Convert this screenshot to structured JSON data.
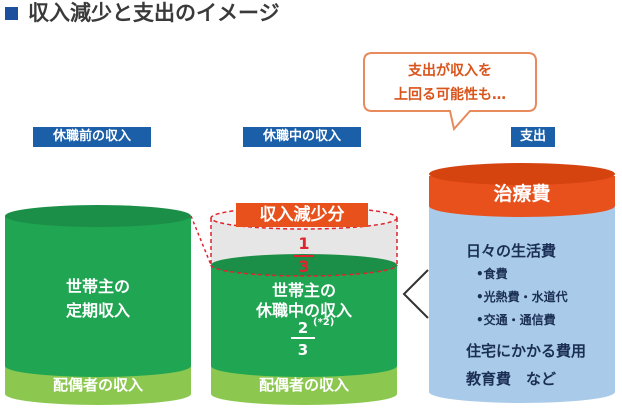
{
  "title": "収入減少と支出のイメージ",
  "labels": {
    "before": "休職前の収入",
    "during": "休職中の収入",
    "expense": "支出"
  },
  "bubble": {
    "line1": "支出が収入を",
    "line2": "上回る可能性も…"
  },
  "left_cylinder": {
    "main_line1": "世帯主の",
    "main_line2": "定期収入",
    "spouse": "配偶者の収入"
  },
  "middle_cylinder": {
    "decrease_label": "収入減少分",
    "decrease_num": "1",
    "decrease_den": "3",
    "main_line1": "世帯主の",
    "main_line2": "休職中の収入",
    "frac_num": "2",
    "frac_note": "(*2)",
    "frac_den": "3",
    "spouse": "配偶者の収入"
  },
  "right_cylinder": {
    "treatment": "治療費",
    "living": "日々の生活費",
    "items": [
      "•食費",
      "•光熱費・水道代",
      "•交通・通信費"
    ],
    "housing": "住宅にかかる費用",
    "education": "教育費　など"
  },
  "comparison_symbol": "<",
  "colors": {
    "green": "#20a553",
    "green_dark": "#1b8f47",
    "green_light": "#8cc850",
    "blue": "#1a5fa8",
    "orange": "#e8501c",
    "light_blue": "#a9cbe9",
    "red_dashed": "#e0242d"
  }
}
